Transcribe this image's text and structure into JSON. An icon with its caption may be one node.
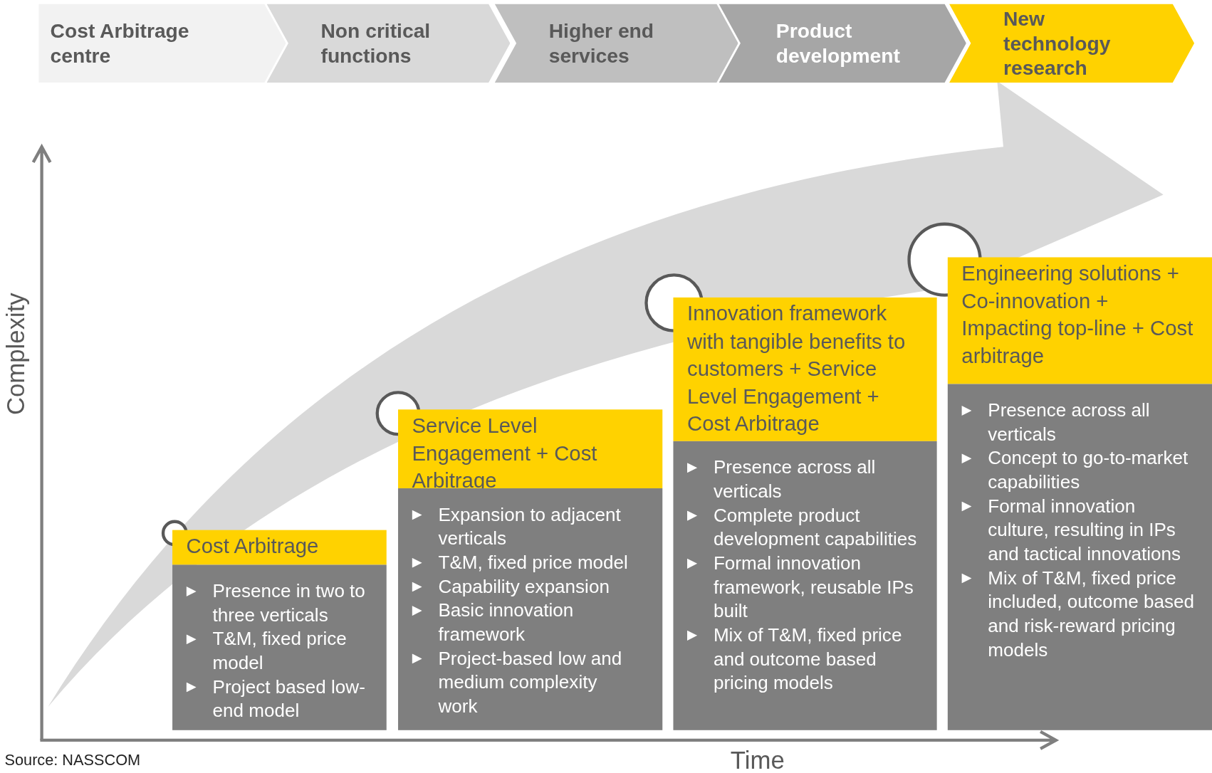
{
  "diagram": {
    "caption": "Source: NASSCOM",
    "nodes": [
      {
        "text": [
          "Cost Arbitrage centre"
        ]
      },
      {
        "text": [
          "Non critical functions"
        ]
      },
      {
        "text": [
          "Higher end services"
        ]
      },
      {
        "text": [
          "Product development"
        ]
      },
      {
        "text": [
          "New technology research"
        ]
      },
      {
        "text": [
          "Cost Arbitrage",
          "Presence in two to three verticals",
          "T&M, fixed price model",
          "Project based low-end model"
        ]
      },
      {
        "text": [
          "Service Level Engagement + Cost Arbitrage",
          "Expansion to adjacent verticals",
          "T&M, fixed price model",
          "Capability expansion",
          "Basic innovation framework",
          "Project-based low and medium complexity work"
        ]
      },
      {
        "text": [
          "Innovation framework with tangible benefits to customers + Service Level Engagement + Cost Arbitrage",
          "Presence across all verticals",
          "Complete product development capabilities",
          "Formal innovation framework, reusable IPs built",
          "Mix of T&M, fixed price and outcome based pricing models"
        ]
      },
      {
        "text": [
          "Engineering solutions + Co-innovation + Impacting top-line + Cost arbitrage",
          "Presence across all verticals",
          "Concept to go-to-market capabilities",
          "Formal innovation culture, resulting in IPs and tactical innovations",
          "Mix of T&M, fixed price included, outcome based and risk-reward pricing models"
        ]
      }
    ],
    "edges": [],
    "labels": [
      "Complexity",
      "Time"
    ]
  }
}
